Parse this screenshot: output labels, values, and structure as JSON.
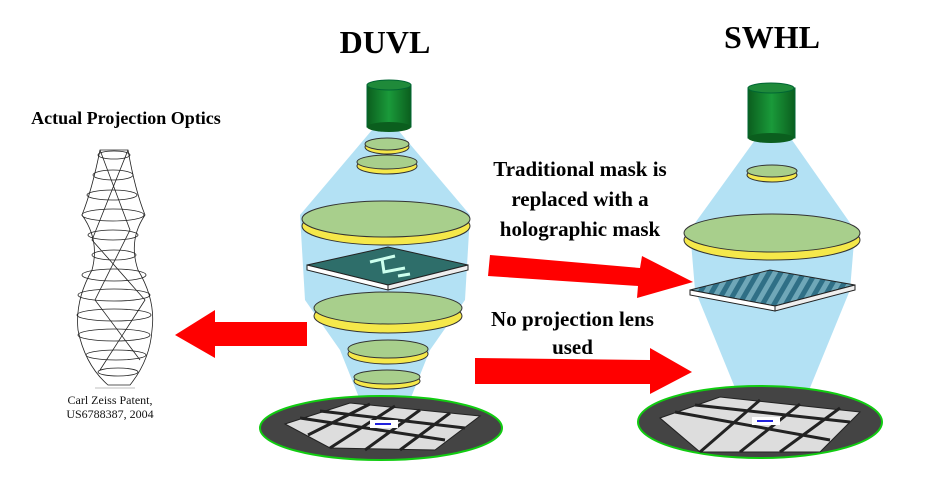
{
  "titles": {
    "left": "DUVL",
    "right": "SWHL",
    "optics": "Actual Projection Optics"
  },
  "annotations": {
    "mask_line1": "Traditional mask is",
    "mask_line2": "replaced with a",
    "mask_line3": "holographic mask",
    "lens_line1": "No projection lens",
    "lens_line2": "used"
  },
  "caption": {
    "line1": "Carl Zeiss Patent,",
    "line2": "US6788387, 2004"
  },
  "colors": {
    "arrow": "#ff0000",
    "lens": "#f5e84a",
    "lens_top": "#a8cf8c",
    "beam": "#a6dcf2",
    "source": "#0a7a2a",
    "mask": "#2e6e6a"
  }
}
